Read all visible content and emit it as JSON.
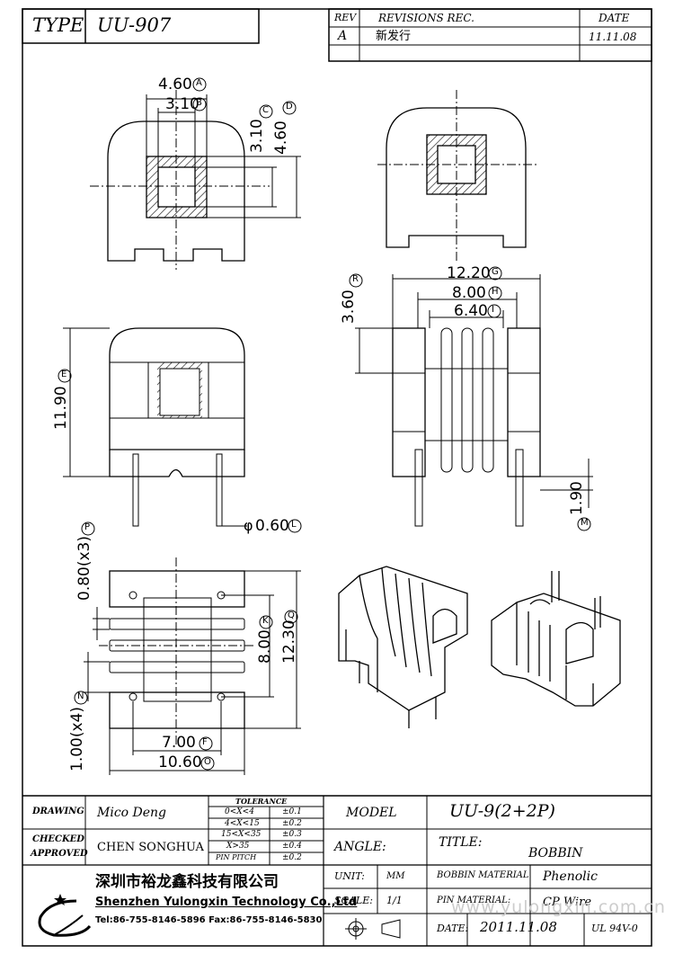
{
  "header": {
    "type_label": "TYPE",
    "type_value": "UU-907",
    "rev_label": "REV",
    "revisions_label": "REVISIONS REC.",
    "date_label": "DATE",
    "rev_value": "A",
    "revision_text": "新发行",
    "revision_date": "11.11.08"
  },
  "dimensions": {
    "d_a": "4.60",
    "d_b": "3.10",
    "d_c": "3.10",
    "d_d": "4.60",
    "d_e": "11.90",
    "d_g": "12.20",
    "d_h": "8.00",
    "d_i": "6.40",
    "d_k": "8.00",
    "d_l": "0.60",
    "d_m": "1.90",
    "d_n": "1.00(x4)",
    "d_o": "10.60",
    "d_p": "0.80(x3)",
    "d_q": "12.30",
    "d_r": "3.60",
    "d_f": "7.00",
    "l_a": "A",
    "l_b": "B",
    "l_c": "C",
    "l_d": "D",
    "l_e": "E",
    "l_f": "F",
    "l_g": "G",
    "l_h": "H",
    "l_i": "I",
    "l_k": "K",
    "l_l": "L",
    "l_m": "M",
    "l_n": "N",
    "l_o": "O",
    "l_p": "P",
    "l_q": "Q",
    "l_r": "R",
    "phi": "φ"
  },
  "title_block": {
    "drawing_label": "DRAWING",
    "drawing_value": "Mico Deng",
    "checked_label": "CHECKED",
    "approved_label": "APPROVED",
    "checked_value": "CHEN SONGHUA",
    "tolerance_label": "TOLERANCE",
    "tolerance_rows": [
      {
        "range": "0<X<4",
        "value": "±0.1"
      },
      {
        "range": "4<X<15",
        "value": "±0.2"
      },
      {
        "range": "15<X<35",
        "value": "±0.3"
      },
      {
        "range": "X>35",
        "value": "±0.4"
      },
      {
        "range": "PIN PITCH",
        "value": "±0.2"
      }
    ],
    "model_label": "MODEL",
    "model_value": "UU-9(2+2P)",
    "angle_label": "ANGLE:",
    "title_label": "TITLE:",
    "title_value": "BOBBIN",
    "unit_label": "UNIT:",
    "unit_value": "MM",
    "scale_label": "SCALE:",
    "scale_value": "1/1",
    "bobbin_material_label": "BOBBIN MATERIAL",
    "bobbin_material_value": "Phenolic",
    "pin_material_label": "PIN MATERIAL:",
    "pin_material_value": "CP Wire",
    "date_label": "DATE:",
    "date_value": "2011.11.08",
    "ul_value": "UL 94V-0"
  },
  "company": {
    "name_cn": "深圳市裕龙鑫科技有限公司",
    "name_en": "Shenzhen Yulongxin Technology Co.,Ltd",
    "contact": "Tel:86-755-8146-5896  Fax:86-755-8146-5830"
  },
  "watermark": "www.yulongxin.com.cn"
}
